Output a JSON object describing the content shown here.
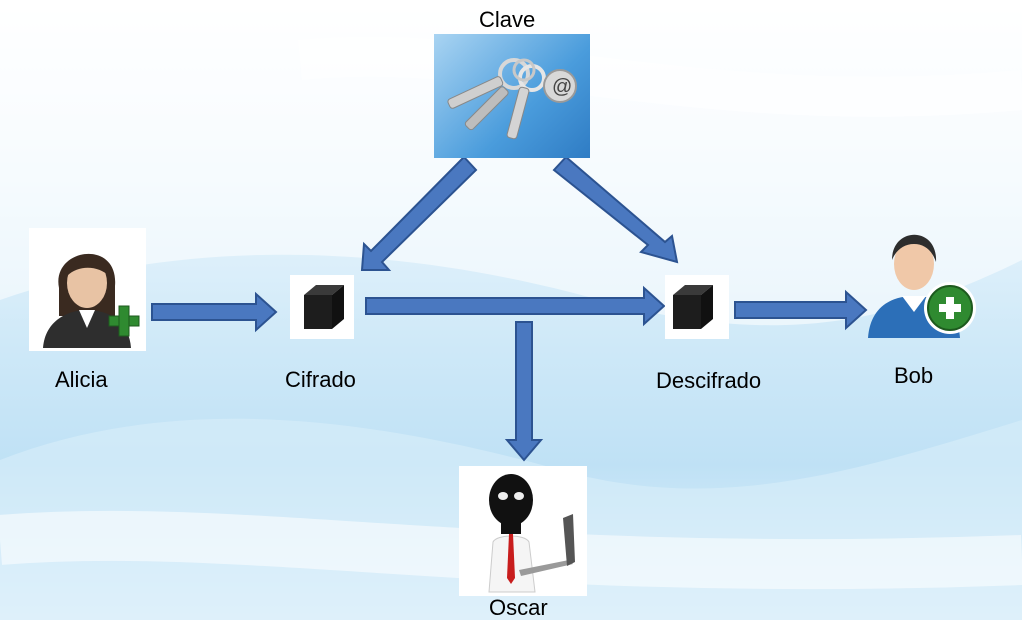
{
  "nodes": {
    "clave": {
      "label": "Clave"
    },
    "alicia": {
      "label": "Alicia"
    },
    "cifrado": {
      "label": "Cifrado"
    },
    "descifrado": {
      "label": "Descifrado"
    },
    "bob": {
      "label": "Bob"
    },
    "oscar": {
      "label": "Oscar"
    }
  },
  "colors": {
    "arrow_fill": "#4a78c0",
    "arrow_stroke": "#2c5391",
    "cube": "#1d1d1d",
    "plus_green": "#2f8a30"
  },
  "icons": {
    "clave": "keys-icon",
    "alicia": "woman-add-user-icon",
    "cifrado": "black-cube-icon",
    "descifrado": "black-cube-icon",
    "bob": "man-add-user-icon",
    "oscar": "hacker-laptop-icon"
  }
}
